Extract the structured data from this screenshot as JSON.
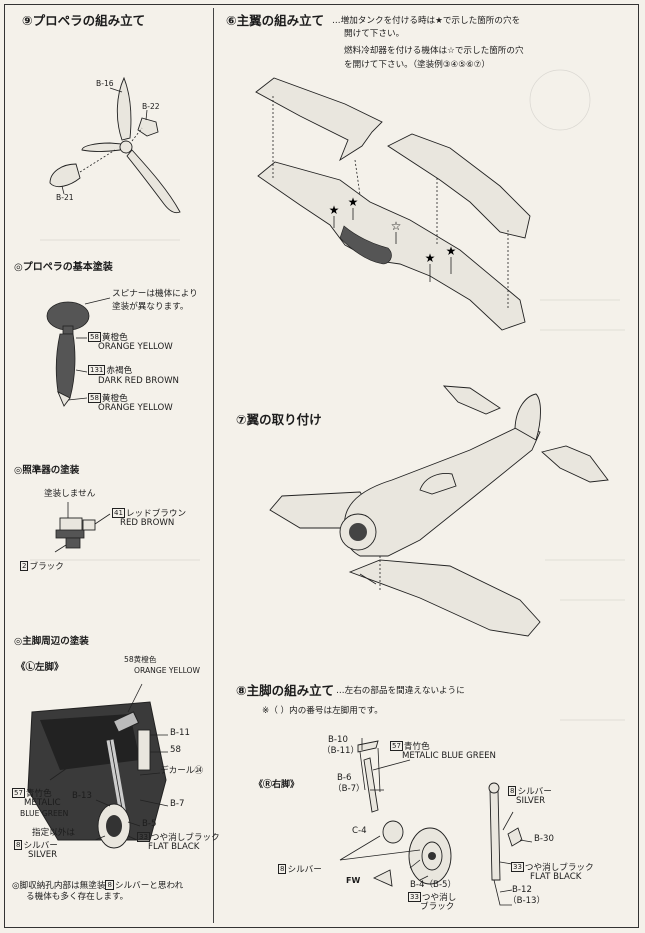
{
  "sec9": {
    "title": "⑨プロペラの組み立て",
    "labels": {
      "b16": "B-16",
      "b22": "B-22",
      "b21": "B-21"
    }
  },
  "prop_paint": {
    "title": "◎プロペラの基本塗装",
    "note1": "スピナーは機体により",
    "note2": "塗装が異なります。",
    "c1_num": "58",
    "c1_jp": "黄橙色",
    "c1_en": "ORANGE YELLOW",
    "c2_num": "131",
    "c2_jp": "赤褐色",
    "c2_en": "DARK RED BROWN",
    "c3_num": "58",
    "c3_jp": "黄橙色",
    "c3_en": "ORANGE YELLOW"
  },
  "sight": {
    "title": "◎照準器の塗装",
    "no_paint": "塗装しません",
    "c1_num": "41",
    "c1_jp": "レッドブラウン",
    "c1_en": "RED BROWN",
    "c2_num": "2",
    "c2_jp": "ブラック"
  },
  "gear_area": {
    "title": "◎主脚周辺の塗装",
    "left_leg": "《Ⓛ左脚》",
    "c_top_jp": "58黄橙色",
    "c_top_en": "ORANGE YELLOW",
    "b11": "B-11",
    "n58": "58",
    "decal": "デカール㉔",
    "c57_num": "57",
    "c57_jp": "青竹色",
    "c57_en1": "METALIC",
    "c57_en2": "BLUE GREEN",
    "b13": "B-13",
    "b7": "B-7",
    "b5": "B-5",
    "except": "指定以外は",
    "c8_num": "8",
    "c8_jp": "シルバー",
    "c8_en": "SILVER",
    "c33_num": "33",
    "c33_jp": "つや消しブラック",
    "c33_en": "FLAT BLACK",
    "note_a": "◎脚収納孔内部は無塗装",
    "note_num": "8",
    "note_b": "シルバーと思われ",
    "note_c": "る機体も多く存在します。"
  },
  "sec6": {
    "title": "⑥主翼の組み立て",
    "line1": "…増加タンクを付ける時は★で示した箇所の穴を",
    "line2": "開けて下さい。",
    "line3": "燃料冷却器を付ける機体は☆で示した箇所の穴",
    "line4": "を開けて下さい。（塗装例③④⑤⑥⑦）"
  },
  "sec7": {
    "title": "⑦翼の取り付け"
  },
  "sec8": {
    "title": "⑧主脚の組み立て",
    "subtitle": "…左右の部品を間違えないように",
    "note": "※（ ）内の番号は左脚用です。",
    "b10": "B-10",
    "b11p": "（B-11）",
    "c57_num": "57",
    "c57_jp": "青竹色",
    "c57_en": "METALIC BLUE GREEN",
    "b6": "B-6",
    "b7p": "（B-7）",
    "right_leg": "《Ⓡ右脚》",
    "c8_num": "8",
    "c8_jp": "シルバー",
    "c8_en": "SILVER",
    "b30": "B-30",
    "c4": "C-4",
    "c8b_num": "8",
    "c8b_jp": "シルバー",
    "c33_num": "33",
    "c33_jp": "つや消しブラック",
    "c33_en": "FLAT BLACK",
    "fw": "FW",
    "b4": "B-4（B-5）",
    "c33b_num": "33",
    "c33b_jp": "つや消し",
    "c33b_jp2": "ブラック",
    "b12": "B-12",
    "b13p": "（B-13）"
  }
}
